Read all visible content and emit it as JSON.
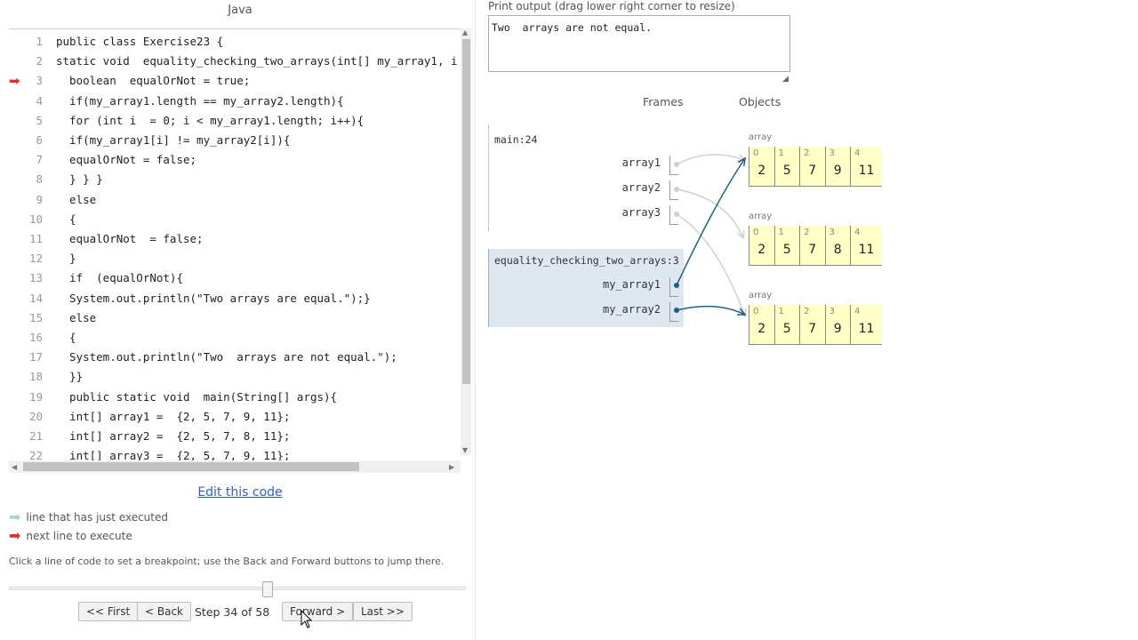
{
  "language": "Java",
  "code_lines": [
    "public class Exercise23 {",
    "static void  equality_checking_two_arrays(int[] my_array1, i",
    "  boolean  equalOrNot = true;",
    "  if(my_array1.length == my_array2.length){",
    "  for (int i  = 0; i < my_array1.length; i++){",
    "  if(my_array1[i] != my_array2[i]){",
    "  equalOrNot = false;",
    "  } } }",
    "  else",
    "  {",
    "  equalOrNot  = false;",
    "  }",
    "  if  (equalOrNot){",
    "  System.out.println(\"Two arrays are equal.\");}",
    "  else",
    "  {",
    "  System.out.println(\"Two  arrays are not equal.\");",
    "  }}",
    "  public static void  main(String[] args){",
    "  int[] array1 =  {2, 5, 7, 9, 11};",
    "  int[] array2 =  {2, 5, 7, 8, 11};",
    "  int[] array3 =  {2, 5, 7, 9, 11};"
  ],
  "current_line": 3,
  "edit_link": "Edit this code",
  "legend": {
    "executed": "line that has just executed",
    "next": "next line to execute"
  },
  "hint": "Click a line of code to set a breakpoint; use the Back and Forward buttons to jump there.",
  "progress": {
    "step": 34,
    "total": 58
  },
  "nav": {
    "first": "<< First",
    "back": "< Back",
    "step_text": "Step 34 of 58",
    "forward": "Forward >",
    "last": "Last >>"
  },
  "print_output": {
    "title": "Print output (drag lower right corner to resize)",
    "text": "Two  arrays are not equal."
  },
  "headers": {
    "frames": "Frames",
    "objects": "Objects"
  },
  "frames": [
    {
      "name": "main:24",
      "vars": [
        "array1",
        "array2",
        "array3"
      ]
    },
    {
      "name": "equality_checking_two_arrays:3",
      "vars": [
        "my_array1",
        "my_array2"
      ]
    }
  ],
  "objects": [
    {
      "label": "array",
      "values": [
        2,
        5,
        7,
        9,
        11
      ]
    },
    {
      "label": "array",
      "values": [
        2,
        5,
        7,
        8,
        11
      ]
    },
    {
      "label": "array",
      "values": [
        2,
        5,
        7,
        9,
        11
      ]
    }
  ],
  "colors": {
    "arrow_active": "#1f5f80",
    "arrow_inactive": "#d0d0d0",
    "next_line": "#e0302a",
    "executed": "#a8d8b8",
    "array_bg": "#ffffc6"
  }
}
